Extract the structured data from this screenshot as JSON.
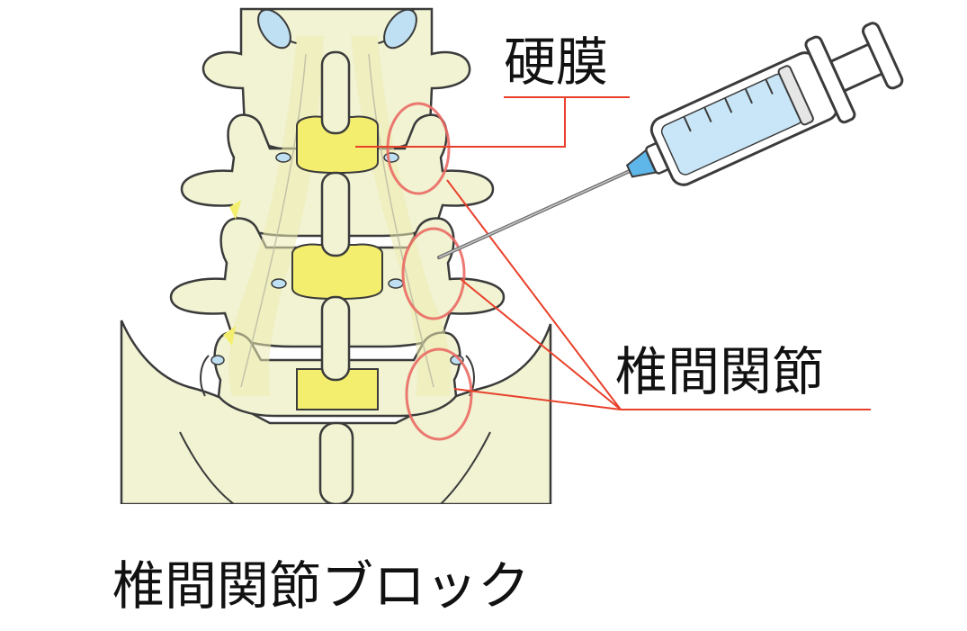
{
  "labels": {
    "dura": "硬膜",
    "facet_joint": "椎間関節",
    "title": "椎間関節ブロック"
  },
  "colors": {
    "bone_fill": "#f1f3d3",
    "bone_stroke": "#3b3b3b",
    "dura_fill": "#f4ee6e",
    "nerve_band": "#ecebb0",
    "leader_line": "#e8402a",
    "joint_circle": "#ea6a64",
    "syringe_fluid": "#c8e6f7",
    "needle_hub": "#5fb6e8",
    "disc_blue": "#bfe0f2"
  },
  "icons": {
    "syringe": "syringe-icon",
    "spine": "lumbar-spine-illustration"
  }
}
